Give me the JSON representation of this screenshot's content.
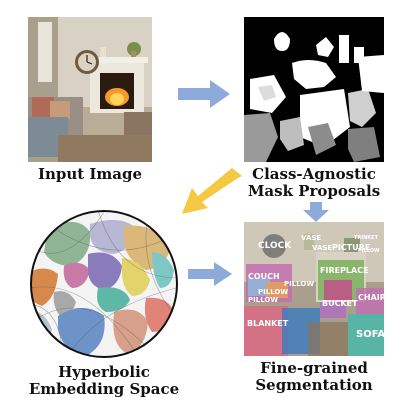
{
  "captions": {
    "input": "Input Image",
    "mask_line1": "Class-Agnostic",
    "mask_line2": "Mask Proposals",
    "hyper_line1": "Hyperbolic",
    "hyper_line2": "Embedding Space",
    "seg_line1": "Fine-grained",
    "seg_line2": "Segmentation"
  },
  "segment_labels": {
    "clock": "CLOCK",
    "vase1": "VASE",
    "vase2": "VASE",
    "picture": "PICTURE",
    "trinket": "TRINKET",
    "couch": "COUCH",
    "pillow1": "PILLOW",
    "pillow2": "PILLOW",
    "pillow3": "PILLOW",
    "pillow4": "PILLOW",
    "fireplace": "FIREPLACE",
    "bucket": "BUCKET",
    "chair": "CHAIR",
    "blanket": "BLANKET",
    "sofa": "SOFA"
  },
  "colors": {
    "arrow_blue": "#8eaadb",
    "arrow_yellow": "#f5c842"
  }
}
